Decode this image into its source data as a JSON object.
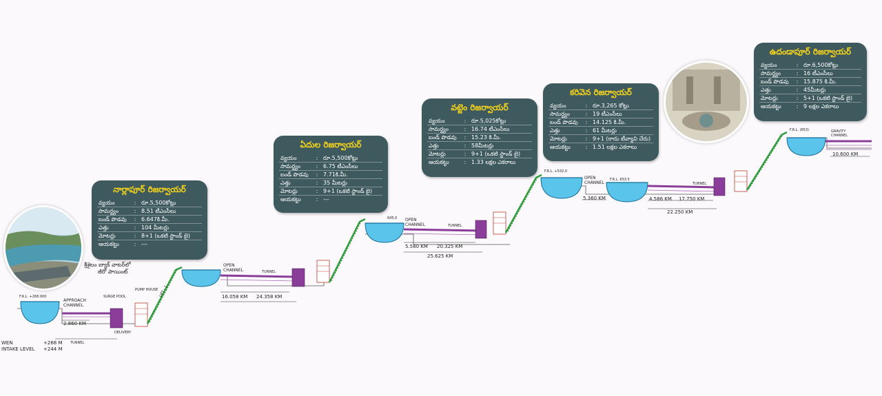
{
  "cards": [
    {
      "title": "నార్లాపూర్ రిజర్వాయర్",
      "rows": [
        {
          "k": "వ్యయం",
          "v": "రూ.5,500కోట్లు"
        },
        {
          "k": "సామర్థ్యం",
          "v": "8.51 టీఎంసీలు"
        },
        {
          "k": "బండ్ పొడవు",
          "v": "6.647కి.మీ."
        },
        {
          "k": "ఎత్తు",
          "v": "104 మీటర్లు"
        },
        {
          "k": "మోటర్లు",
          "v": "8+1 (ఒకటి స్టాండ్ బై)"
        },
        {
          "k": "ఆయకట్టు",
          "v": "---"
        }
      ]
    },
    {
      "title": "ఏదుల రిజర్వాయర్",
      "rows": [
        {
          "k": "వ్యయం",
          "v": "రూ.5,500కోట్లు"
        },
        {
          "k": "సామర్థ్యం",
          "v": "6.75 టీఎంసీలు"
        },
        {
          "k": "బండ్ పొడవు",
          "v": "7.71కి.మీ."
        },
        {
          "k": "ఎత్తు",
          "v": "35 మీటర్లు"
        },
        {
          "k": "మోటర్లు",
          "v": "9+1 (ఒకటి స్టాండ్ బై)"
        },
        {
          "k": "ఆయకట్టు",
          "v": "---"
        }
      ]
    },
    {
      "title": "వట్టెం రిజర్వాయర్",
      "rows": [
        {
          "k": "వ్యయం",
          "v": "రూ.5,025కోట్లు"
        },
        {
          "k": "సామర్థ్యం",
          "v": "16.74 టీఎంసీలు"
        },
        {
          "k": "బండ్ పొడవు",
          "v": "15.23 కి.మీ."
        },
        {
          "k": "ఎత్తు",
          "v": "58మీటర్లు"
        },
        {
          "k": "మోటర్లు",
          "v": "9+1 (ఒకటి స్టాండ్ బై)"
        },
        {
          "k": "ఆయకట్టు",
          "v": "1.33 లక్షల ఎకరాలు"
        }
      ]
    },
    {
      "title": "కరివెన రిజర్వాయర్",
      "rows": [
        {
          "k": "వ్యయం",
          "v": "రూ.3,265 కోట్లు"
        },
        {
          "k": "సామర్థ్యం",
          "v": "19 టీఎంసీలు"
        },
        {
          "k": "బండ్ పొడవు",
          "v": "14.125 కి.మీ."
        },
        {
          "k": "ఎత్తు",
          "v": "61 మీటర్లు"
        },
        {
          "k": "మోటర్లు",
          "v": "9+1 (రాదు టీవ్యావి చేరు)"
        },
        {
          "k": "ఆయకట్టు",
          "v": "1.51 లక్షల ఎకరాలు"
        }
      ]
    },
    {
      "title": "ఉదండాపూర్ రిజర్వాయర్",
      "rows": [
        {
          "k": "వ్యయం",
          "v": "రూ.6,500కోట్లు"
        },
        {
          "k": "సామర్థ్యం",
          "v": "16 టీఎంసీలు"
        },
        {
          "k": "బండ్ పొడవు",
          "v": "15.875 కి.మీ."
        },
        {
          "k": "ఎత్తు",
          "v": "45మీటర్లు"
        },
        {
          "k": "మోటర్లు",
          "v": "5+1 (ఒకటి స్టాండ్ బై)"
        },
        {
          "k": "ఆయకట్టు",
          "v": "9 లక్షల ఎకరాలు"
        }
      ]
    }
  ],
  "callout": {
    "line1": "శ్రీశైలం బ్యాక్ వాటర్‌లో",
    "line2": "జీరో పాయింట్"
  },
  "labels": {
    "approach_channel": "APPROACH CHANNEL",
    "intake_level": "INTAKE LEVEL",
    "intake_text": "WEN",
    "level_top": "+268 M",
    "level_bottom": "+244 M",
    "frl_0": "F.R.L. +268.000",
    "open_channel": "OPEN CHANNEL",
    "tunnel": "TUNNEL",
    "surge_pool": "SURGE POOL",
    "pump_house": "PUMP HOUSE",
    "delivery": "DELIVERY",
    "lift": "LIFT - 1",
    "dist_1": "2.860 KM",
    "dist_2": "16.058 KM",
    "dist_3": "24.358 KM",
    "dist_4": "5.580 KM",
    "dist_5": "20.325 KM",
    "dist_6": "25.625 KM",
    "dist_7": "5.360 KM",
    "dist_8": "4.586 KM",
    "dist_9": "17.750 KM",
    "dist_10": "22.250 KM",
    "dist_11": "10.600 KM",
    "frl_3": "F.R.L. +532.0",
    "frl_4": "F.R.L. 653.5",
    "frl_5": "F.R.L. (653)",
    "gravity_channel": "GRAVITY CHANNEL",
    "frl_2": "645.0"
  },
  "colors": {
    "card": "#3f5a5f",
    "title": "#f2d21a",
    "water": "#5bc4ea",
    "pipe": "#2e9f3a",
    "tunnel": "#8a3e9a",
    "pump": "#8a3e9a"
  }
}
